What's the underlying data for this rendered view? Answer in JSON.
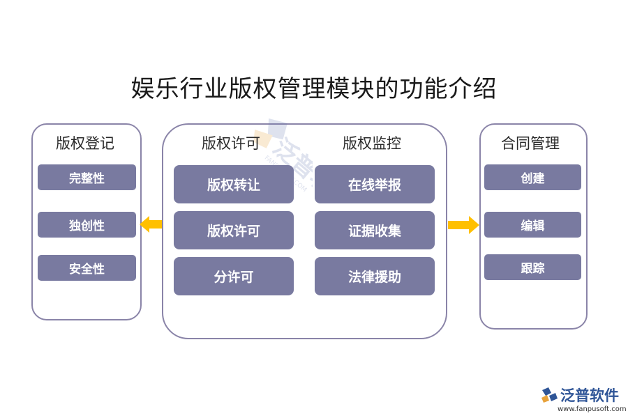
{
  "title": "娱乐行业版权管理模块的功能介绍",
  "left_panel": {
    "title": "版权登记",
    "items": [
      "完整性",
      "独创性",
      "安全性"
    ]
  },
  "center_panel": {
    "left_group": {
      "title": "版权许可",
      "items": [
        "版权转让",
        "版权许可",
        "分许可"
      ]
    },
    "right_group": {
      "title": "版权监控",
      "items": [
        "在线举报",
        "证据收集",
        "法律援助"
      ]
    }
  },
  "right_panel": {
    "title": "合同管理",
    "items": [
      "创建",
      "编辑",
      "跟踪"
    ]
  },
  "logo": {
    "name": "泛普软件",
    "url": "www.fanpusoft.com"
  },
  "colors": {
    "box": "#797aa0",
    "border": "#8a84a8",
    "arrow": "#ffc000"
  }
}
